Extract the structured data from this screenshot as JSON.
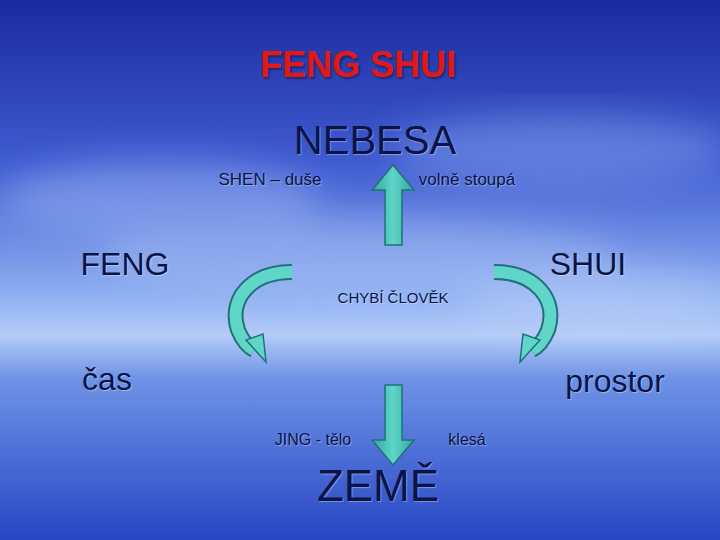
{
  "diagram": {
    "title": "FENG SHUI",
    "labels": [
      "NEBESA",
      "SHEN – duše",
      "volně stoupá",
      "FENG",
      "SHUI",
      "CHYBÍ ČLOVĚK",
      "čas",
      "prostor",
      "JING - tělo",
      "klesá",
      "ZEMĚ"
    ]
  }
}
